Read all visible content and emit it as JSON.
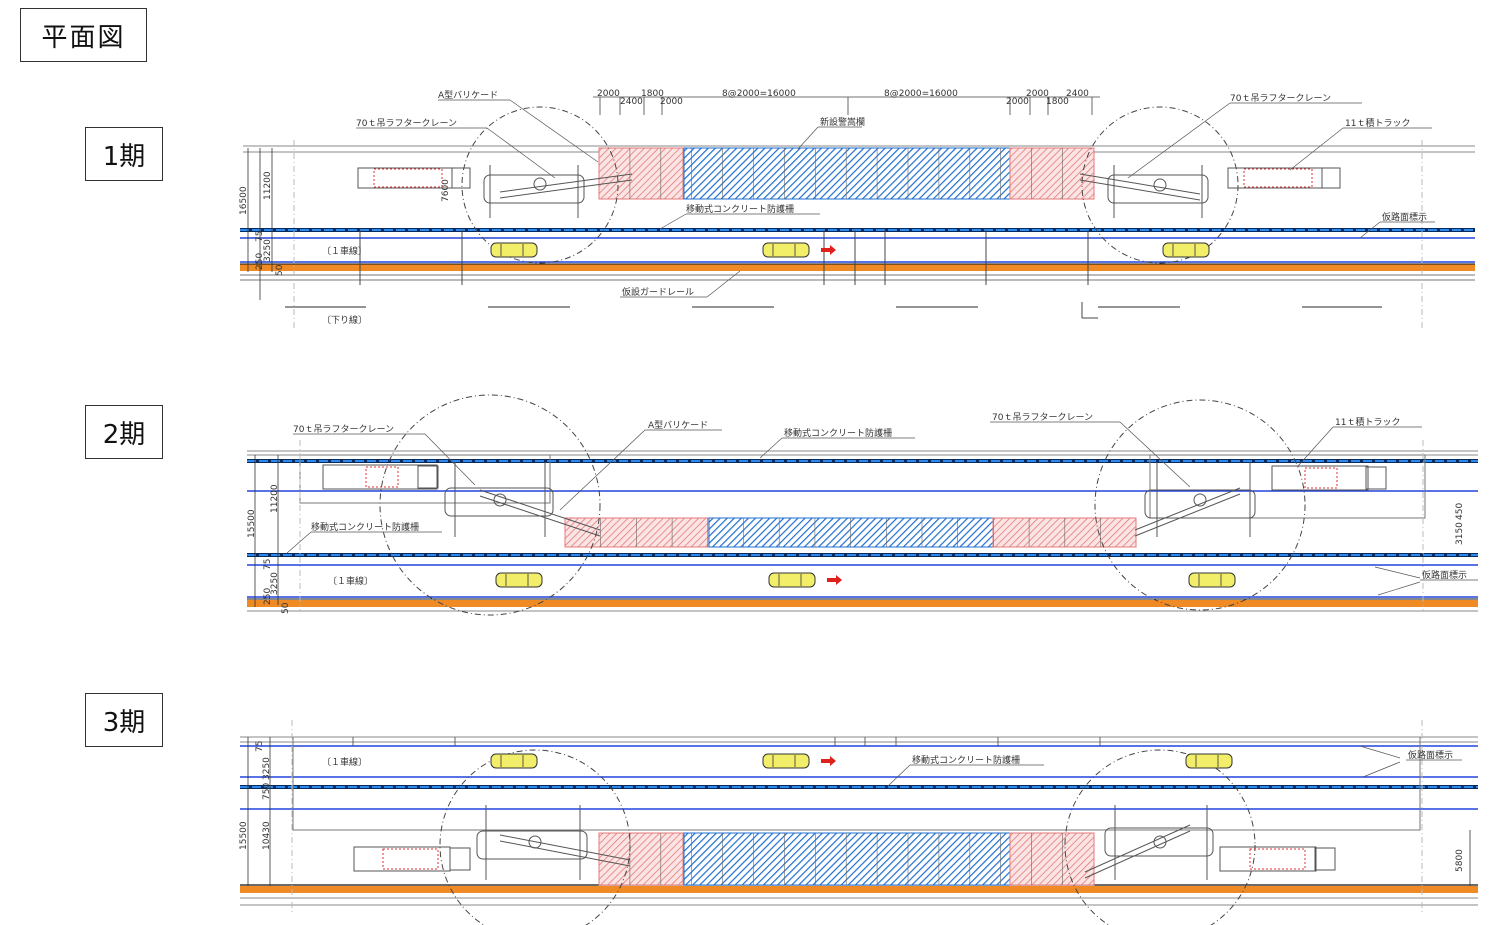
{
  "title": "平面図",
  "colors": {
    "barrier_blue": "#1a6fd6",
    "barrier_dark": "#0b2a5c",
    "lane_line": "#2244dd",
    "guardrail_orange": "#f08a24",
    "hatch_red": "#e98080",
    "hatch_blue": "#2a7ad8",
    "car_yellow": "#f2ee6a",
    "arrow_red": "#e0201a",
    "crane_gray": "#666666"
  },
  "phases": [
    {
      "label": "1期",
      "labels": {
        "barricade": "A型バリケード",
        "crane_left": "70ｔ吊ラフタークレーン",
        "crane_right": "70ｔ吊ラフタークレーン",
        "truck": "11ｔ積トラック",
        "new_fence": "新設警嵩欄",
        "barrier": "移動式コンクリート防護柵",
        "guardrail": "仮設ガードレール",
        "road_marking": "仮路面標示",
        "lane": "〔１車線〕",
        "down_line": "〔下り線〕"
      },
      "dims": {
        "top_left": [
          "2000",
          "2400",
          "1800",
          "2000"
        ],
        "span_left": "8@2000=16000",
        "span_right": "8@2000=16000",
        "top_right": [
          "2000",
          "2000",
          "1800",
          "2400"
        ],
        "total_height": "16500",
        "inner_height": "11200",
        "crane_width": "7600",
        "lane_width": "3250",
        "offset_a": "75",
        "offset_b": "250",
        "offset_c": "50"
      }
    },
    {
      "label": "2期",
      "labels": {
        "crane_left": "70ｔ吊ラフタークレーン",
        "barricade": "A型バリケード",
        "barrier_top": "移動式コンクリート防護柵",
        "crane_right": "70ｔ吊ラフタークレーン",
        "truck": "11ｔ積トラック",
        "barrier_left": "移動式コンクリート防護柵",
        "road_marking": "仮路面標示",
        "lane": "〔１車線〕"
      },
      "dims": {
        "total_height": "15500",
        "inner_height": "11200",
        "lane_width": "3250",
        "offset_a": "75",
        "offset_b": "250",
        "offset_c": "50",
        "right_a": "450",
        "right_b": "3150"
      }
    },
    {
      "label": "3期",
      "labels": {
        "lane": "〔１車線〕",
        "barrier": "移動式コンクリート防護柵",
        "road_marking": "仮路面標示"
      },
      "dims": {
        "total_height": "15500",
        "inner_height": "10430",
        "lane_width": "3250",
        "offset_a": "750",
        "offset_b": "75",
        "right_height": "5800"
      }
    }
  ]
}
